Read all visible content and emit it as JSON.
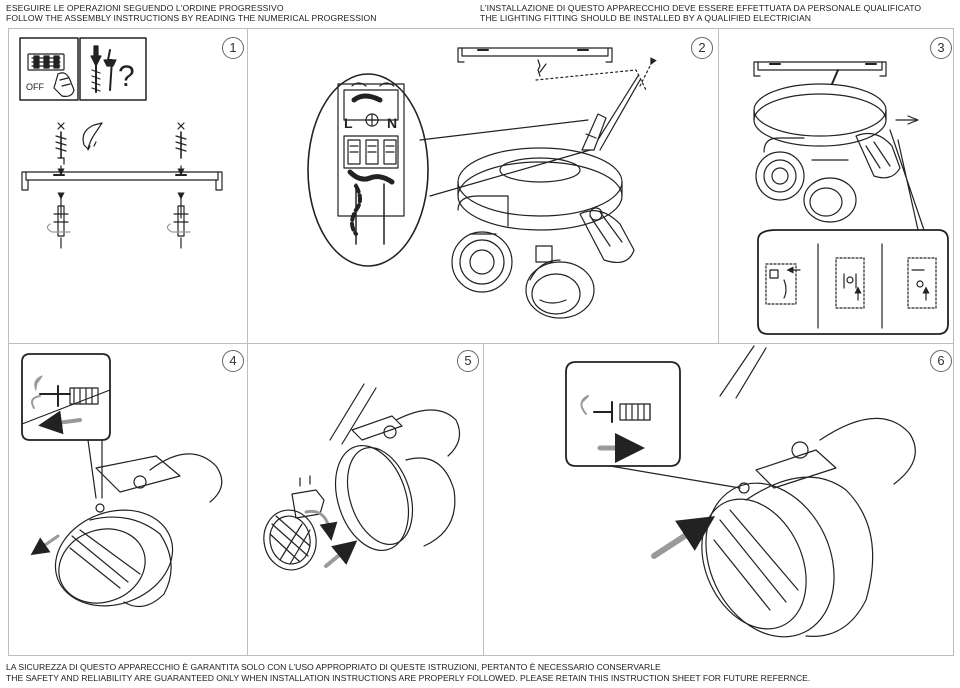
{
  "header": {
    "left_line1": "ESEGUIRE LE OPERAZIONI SEGUENDO L'ORDINE PROGRESSIVO",
    "left_line2": "FOLLOW THE ASSEMBLY INSTRUCTIONS BY READING THE NUMERICAL PROGRESSION",
    "right_line1": "L'INSTALLAZIONE DI QUESTO APPARECCHIO DEVE ESSERE EFFETTUATA DA PERSONALE QUALIFICATO",
    "right_line2": "THE LIGHTING FITTING SHOULD BE INSTALLED BY A QUALIFIED ELECTRICIAN"
  },
  "steps": [
    {
      "number": "1",
      "switch_label": "OFF",
      "question_mark": "?"
    },
    {
      "number": "2",
      "terminal_left": "L",
      "terminal_right": "N"
    },
    {
      "number": "3"
    },
    {
      "number": "4"
    },
    {
      "number": "5"
    },
    {
      "number": "6"
    }
  ],
  "footer": {
    "line1": "LA SICUREZZA DI QUESTO APPARECCHIO È GARANTITA SOLO CON L'USO APPROPRIATO DI QUESTE ISTRUZIONI, PERTANTO È NECESSARIO CONSERVARLE",
    "line2": "THE SAFETY AND RELIABILITY ARE GUARANTEED ONLY WHEN INSTALLATION INSTRUCTIONS ARE PROPERLY FOLLOWED. PLEASE RETAIN THIS INSTRUCTION SHEET FOR FUTURE REFERNCE."
  },
  "colors": {
    "line": "#222222",
    "arrow": "#9a9a9a",
    "border": "#bdbdbd"
  }
}
